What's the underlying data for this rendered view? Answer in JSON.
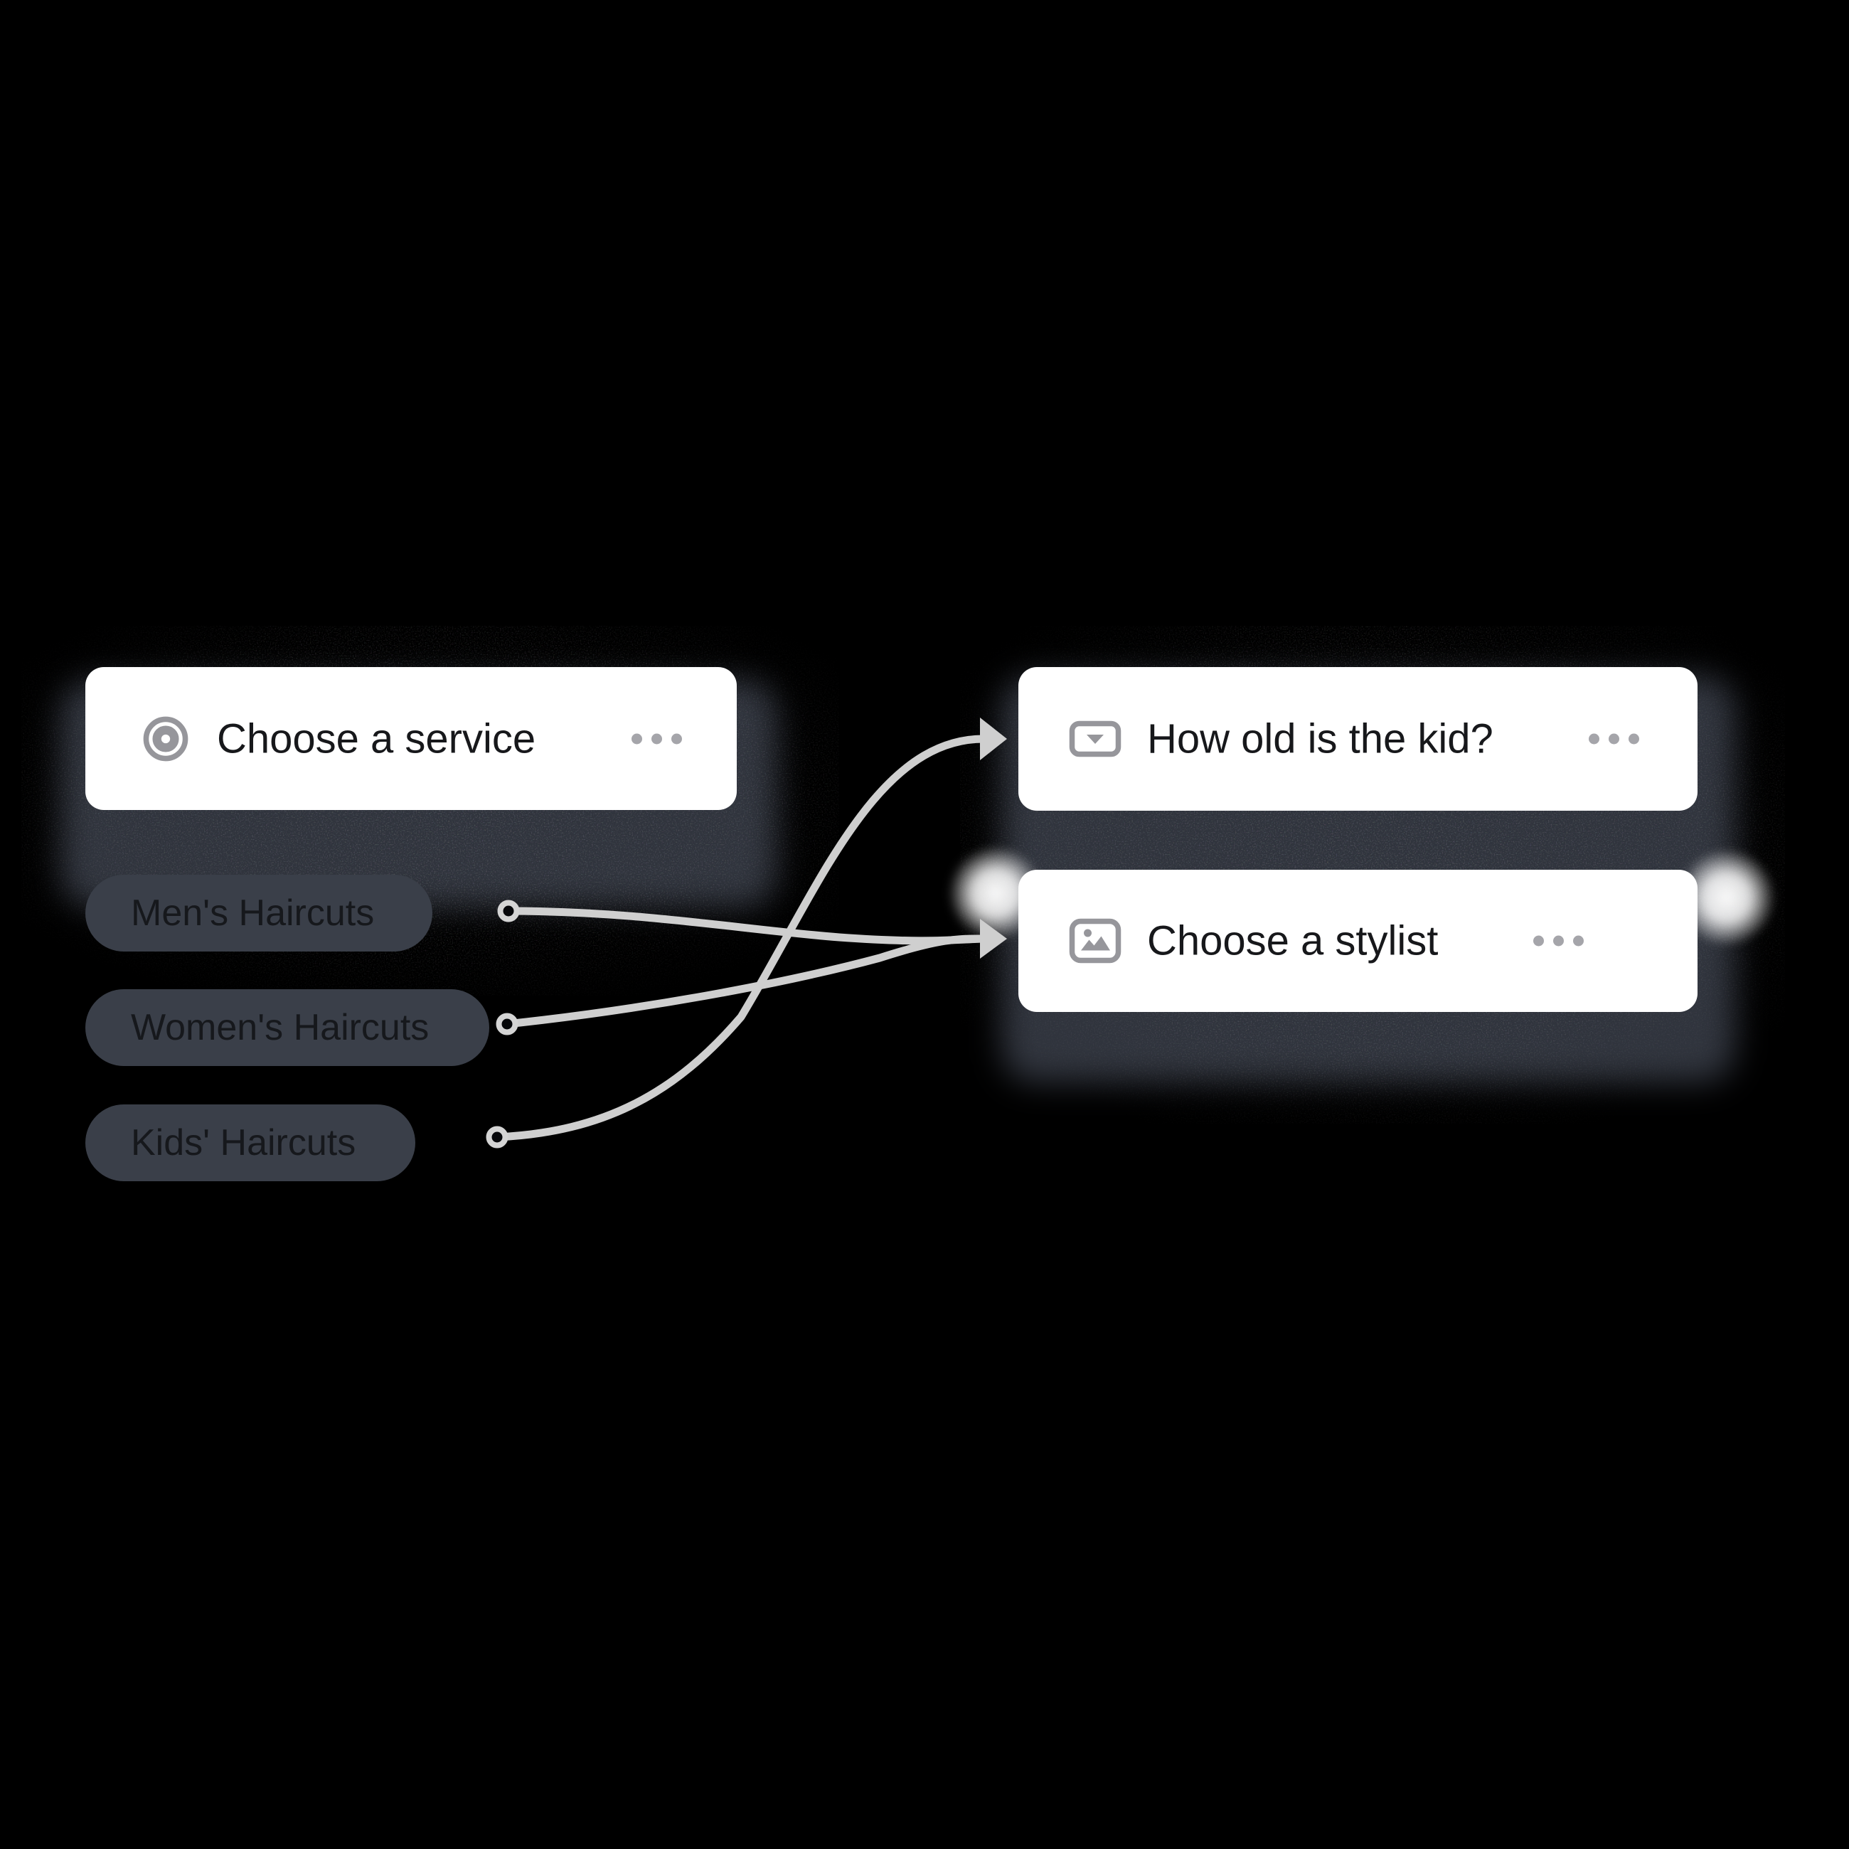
{
  "cards": {
    "service": {
      "title": "Choose a service",
      "icon": "bullseye-icon",
      "menu_icon": "ellipsis-icon"
    },
    "kid_age": {
      "title": "How old is the kid?",
      "icon": "dropdown-field-icon",
      "menu_icon": "ellipsis-icon"
    },
    "stylist": {
      "title": "Choose a stylist",
      "icon": "image-choice-icon",
      "menu_icon": "ellipsis-icon"
    }
  },
  "options": [
    {
      "label": "Men's Haircuts"
    },
    {
      "label": "Women's Haircuts"
    },
    {
      "label": "Kids' Haircuts"
    }
  ],
  "connections": [
    {
      "from": "Men's Haircuts",
      "to": "Choose a stylist"
    },
    {
      "from": "Women's Haircuts",
      "to": "Choose a stylist"
    },
    {
      "from": "Kids' Haircuts",
      "to": "How old is the kid?"
    }
  ],
  "colors": {
    "background": "#000000",
    "card_bg": "#ffffff",
    "card_text": "#17181b",
    "pill_bg": "#3a3f49",
    "pill_text": "#16181c",
    "shadow": "#30343d",
    "connector": "#cfcfcf",
    "node_ring": "#d4d4d4",
    "icon_gray": "#96969b",
    "dots_gray": "#a5a5aa"
  }
}
